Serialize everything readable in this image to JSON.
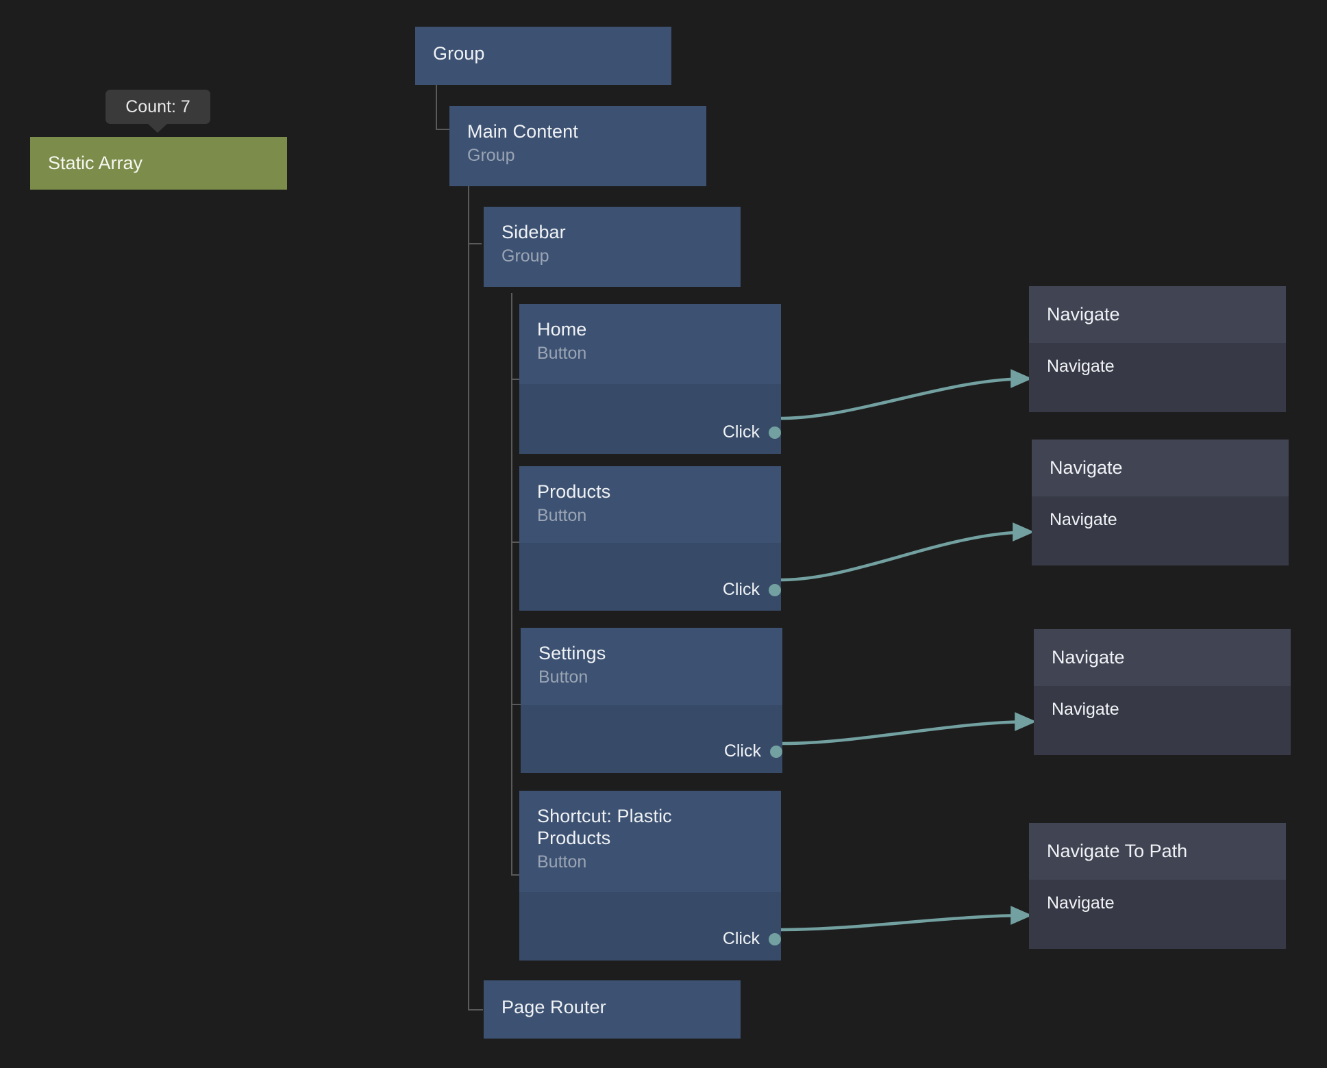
{
  "canvas": {
    "background": "#1d1d1d",
    "accent_edge_color": "#73a0a0",
    "component_node_color": "#3d5272",
    "action_node_color": "#373a46",
    "static_node_color": "#7b8c4b"
  },
  "tooltip": {
    "label": "Count: 7"
  },
  "static_node": {
    "label": "Static Array"
  },
  "tree": {
    "root": {
      "title": "Group",
      "subtitle": ""
    },
    "main_content": {
      "title": "Main Content",
      "subtitle": "Group"
    },
    "sidebar": {
      "title": "Sidebar",
      "subtitle": "Group"
    },
    "page_router": {
      "title": "Page Router",
      "subtitle": ""
    },
    "buttons": [
      {
        "title": "Home",
        "subtitle": "Button",
        "port": "Click"
      },
      {
        "title": "Products",
        "subtitle": "Button",
        "port": "Click"
      },
      {
        "title": "Settings",
        "subtitle": "Button",
        "port": "Click"
      },
      {
        "title": "Shortcut: Plastic Products",
        "subtitle": "Button",
        "port": "Click"
      }
    ]
  },
  "actions": [
    {
      "title": "Navigate",
      "port": "Navigate"
    },
    {
      "title": "Navigate",
      "port": "Navigate"
    },
    {
      "title": "Navigate",
      "port": "Navigate"
    },
    {
      "title": "Navigate To Path",
      "port": "Navigate"
    }
  ]
}
